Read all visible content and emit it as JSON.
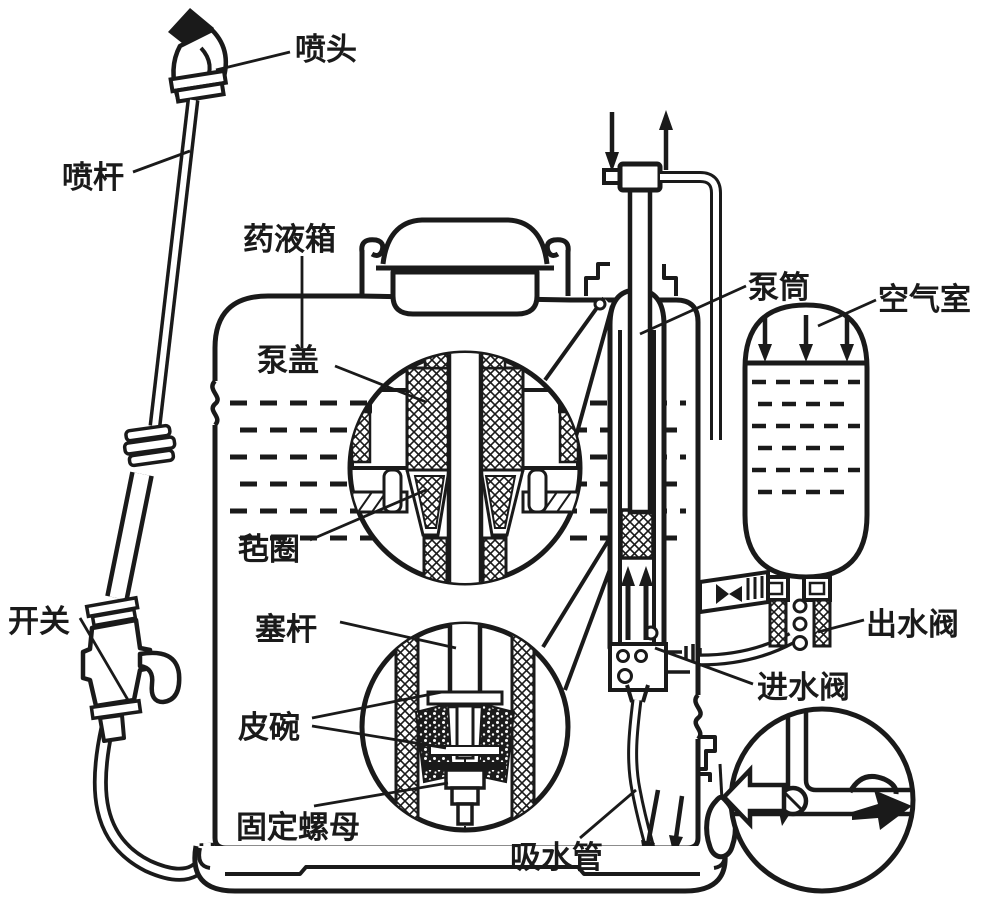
{
  "diagram": {
    "colors": {
      "line": "#1a1a1a",
      "background": "#ffffff"
    },
    "labels": {
      "nozzle": "喷头",
      "spray_lance": "喷杆",
      "tank": "药液箱",
      "pump_cover": "泵盖",
      "felt_ring": "毡圈",
      "switch": "开关",
      "plunger_rod": "塞杆",
      "leather_cup": "皮碗",
      "fixing_nut": "固定螺母",
      "suction_pipe": "吸水管",
      "pump_cylinder": "泵筒",
      "air_chamber": "空气室",
      "outlet_valve": "出水阀",
      "inlet_valve": "进水阀"
    }
  }
}
